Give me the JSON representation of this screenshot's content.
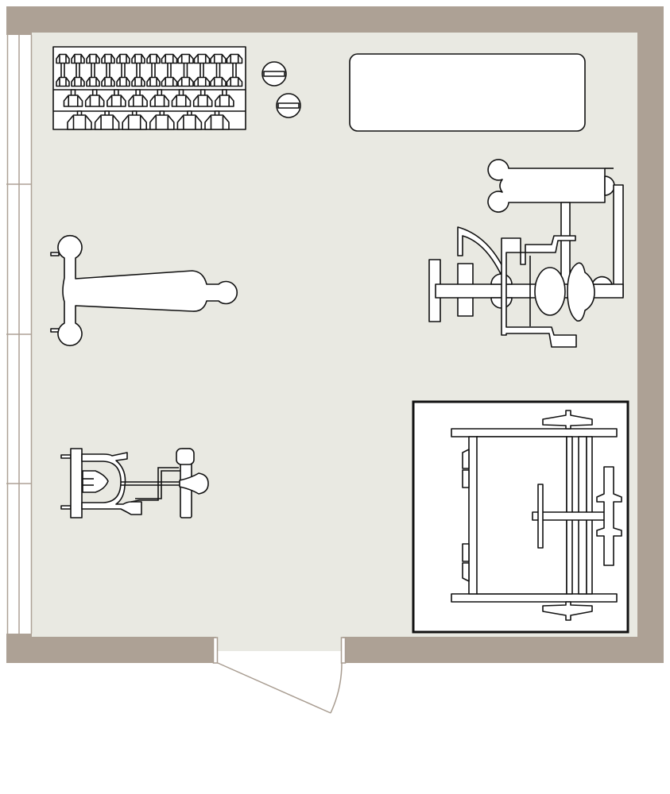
{
  "plan": {
    "colors": {
      "wall": "#ada195",
      "floor": "#e9e9e2",
      "equipment_fill": "#ffffff",
      "equipment_stroke": "#111111",
      "door": "#a89c90"
    },
    "items": [
      {
        "id": "dumbbell-rack",
        "rows": [
          12,
          8,
          6
        ]
      },
      {
        "id": "weight-plates",
        "count": 2
      },
      {
        "id": "flat-bench"
      },
      {
        "id": "multi-gym-machine"
      },
      {
        "id": "adjustable-bench"
      },
      {
        "id": "leg-press-machine"
      },
      {
        "id": "power-rack"
      },
      {
        "id": "door"
      },
      {
        "id": "window"
      }
    ]
  }
}
